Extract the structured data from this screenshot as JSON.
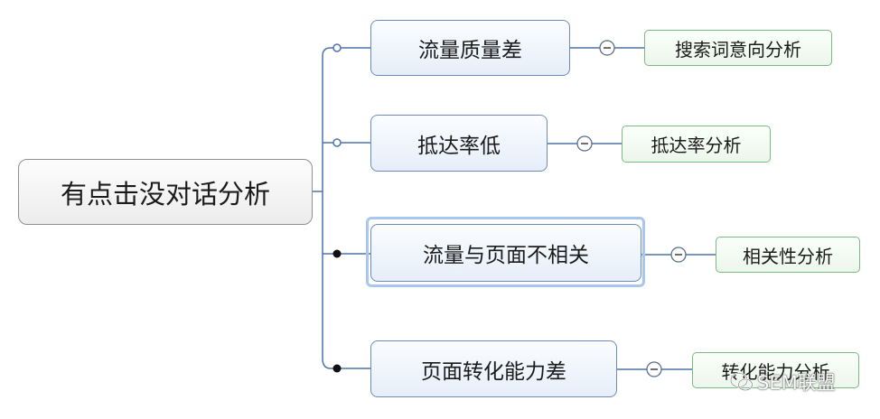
{
  "root": {
    "label": "有点击没对话分析"
  },
  "branches": [
    {
      "label": "流量质量差",
      "leaf": "搜索词意向分析",
      "selected": false
    },
    {
      "label": "抵达率低",
      "leaf": "抵达率分析",
      "selected": false
    },
    {
      "label": "流量与页面不相关",
      "leaf": "相关性分析",
      "selected": true
    },
    {
      "label": "页面转化能力差",
      "leaf": "转化能力分析",
      "selected": false
    }
  ],
  "colors": {
    "branch_border": "#6d8bb8",
    "leaf_border": "#7ab97f",
    "selection": "#a9c7ee",
    "root_border": "#8f8f8f"
  },
  "icons": [
    "collapse-minus-icon",
    "wechat-icon"
  ],
  "watermark": {
    "text": "SEM联盟"
  }
}
